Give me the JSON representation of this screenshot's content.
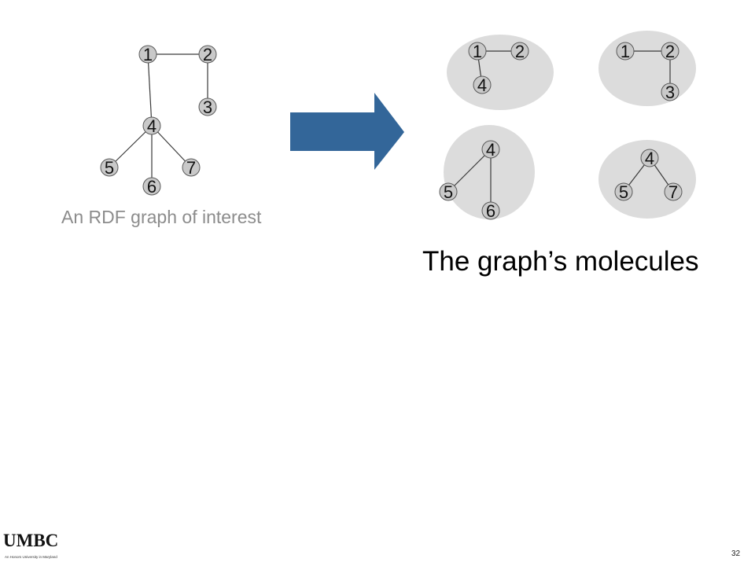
{
  "caption": "An RDF graph of interest",
  "title": "The graph’s molecules",
  "logo": "UMBC",
  "tagline": "An Honors University in Maryland",
  "page_number": "32",
  "colors": {
    "node_fill": "#c9c9c9",
    "node_stroke": "#5a5a5a",
    "edge": "#3a3a3a",
    "molecule_bg": "#dcdcdc",
    "arrow": "#336699",
    "caption": "#8c8c8c"
  },
  "graph": {
    "nodes": [
      "1",
      "2",
      "3",
      "4",
      "5",
      "6",
      "7"
    ],
    "edges": [
      [
        "1",
        "2"
      ],
      [
        "2",
        "3"
      ],
      [
        "1",
        "4"
      ],
      [
        "4",
        "5"
      ],
      [
        "4",
        "6"
      ],
      [
        "4",
        "7"
      ]
    ]
  },
  "molecules": [
    {
      "nodes": [
        "1",
        "2",
        "4"
      ],
      "edges": [
        [
          "1",
          "2"
        ],
        [
          "1",
          "4"
        ]
      ]
    },
    {
      "nodes": [
        "1",
        "2",
        "3"
      ],
      "edges": [
        [
          "1",
          "2"
        ],
        [
          "2",
          "3"
        ]
      ]
    },
    {
      "nodes": [
        "4",
        "5",
        "6"
      ],
      "edges": [
        [
          "4",
          "5"
        ],
        [
          "4",
          "6"
        ]
      ]
    },
    {
      "nodes": [
        "4",
        "5",
        "7"
      ],
      "edges": [
        [
          "4",
          "5"
        ],
        [
          "4",
          "7"
        ]
      ]
    }
  ]
}
